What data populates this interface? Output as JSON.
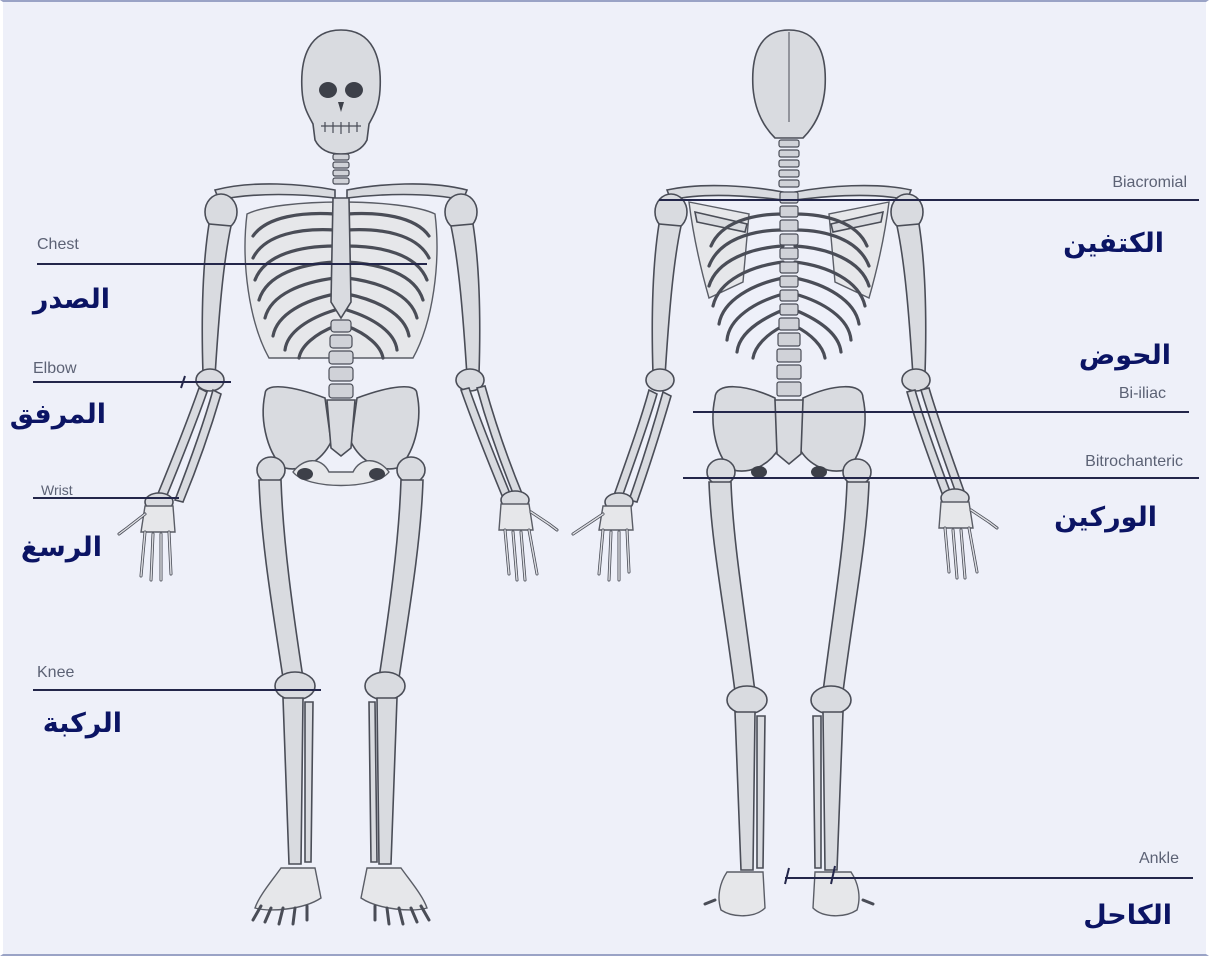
{
  "labels": {
    "chest": {
      "en": "Chest",
      "ar": "الصدر"
    },
    "elbow": {
      "en": "Elbow",
      "ar": "المرفق"
    },
    "wrist": {
      "en": "Wrist",
      "ar": "الرسغ"
    },
    "knee": {
      "en": "Knee",
      "ar": "الركبة"
    },
    "biacromial": {
      "en": "Biacromial",
      "ar": "الكتفين"
    },
    "pelvis": {
      "ar": "الحوض"
    },
    "biiliac": {
      "en": "Bi-iliac"
    },
    "bitrochanteric": {
      "en": "Bitrochanteric",
      "ar": "الوركين"
    },
    "ankle": {
      "en": "Ankle",
      "ar": "الكاحل"
    }
  },
  "colors": {
    "background": "#eef0f9",
    "bone": "#d9dbe0",
    "bone_outline": "#4a4d57",
    "measure_line": "#23264a",
    "english_text": "#5c6275",
    "arabic_text": "#0b1464"
  }
}
